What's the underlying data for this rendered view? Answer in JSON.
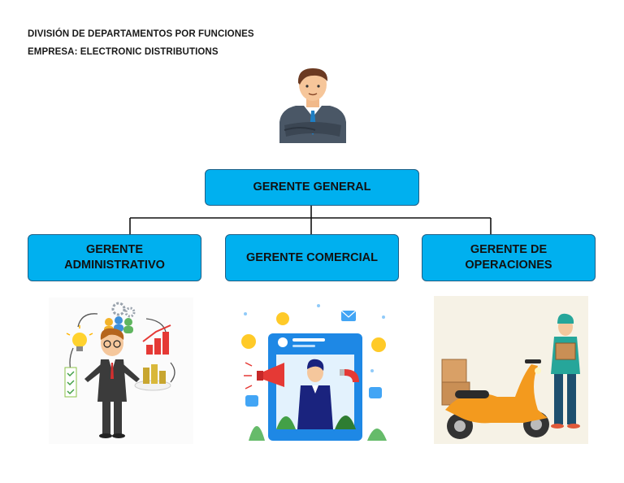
{
  "header": {
    "line1": "DIVISIÓN DE DEPARTAMENTOS POR FUNCIONES",
    "line2": "EMPRESA: ELECTRONIC DISTRIBUTIONS"
  },
  "org": {
    "root": "GERENTE GENERAL",
    "children": [
      {
        "line1": "GERENTE",
        "line2": "ADMINISTRATIVO"
      },
      {
        "line1": "GERENTE COMERCIAL",
        "line2": ""
      },
      {
        "line1": "GERENTE DE",
        "line2": "OPERACIONES"
      }
    ]
  },
  "colors": {
    "box_fill": "#00b0ef",
    "box_border": "#1f5f86",
    "connector": "#111111"
  }
}
